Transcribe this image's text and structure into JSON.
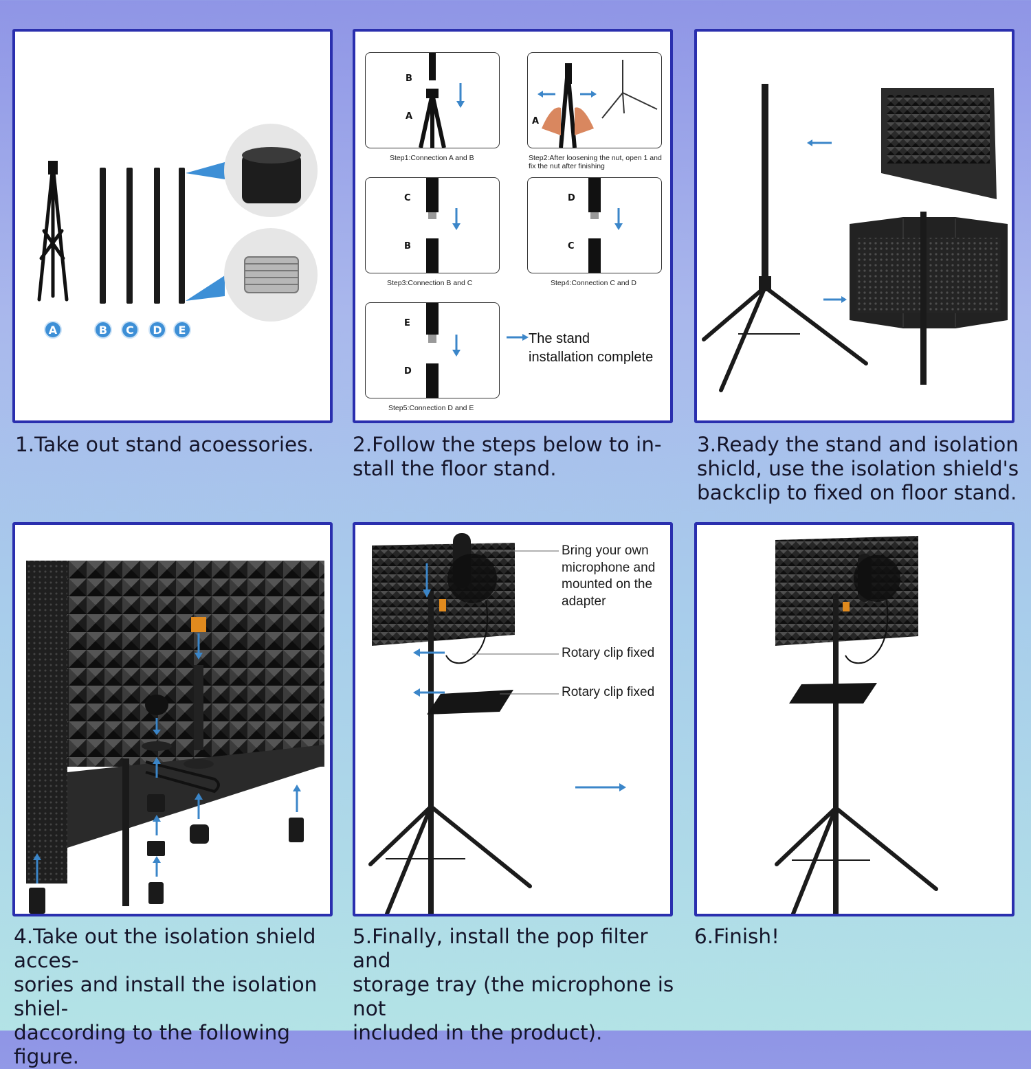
{
  "panel1": {
    "letters": [
      "A",
      "B",
      "C",
      "D",
      "E"
    ],
    "caption": "1.Take out stand acoessories."
  },
  "panel2": {
    "steps": [
      {
        "top_letter": "B",
        "bottom_letter": "A",
        "caption": "Step1:Connection A and B"
      },
      {
        "letter": "A",
        "caption": "Step2:After loosening the nut, open 1 and\nfix the nut after finishing"
      },
      {
        "top_letter": "C",
        "bottom_letter": "B",
        "caption": "Step3:Connection B and C"
      },
      {
        "top_letter": "D",
        "bottom_letter": "C",
        "caption": "Step4:Connection C and D"
      },
      {
        "top_letter": "E",
        "bottom_letter": "D",
        "caption": "Step5:Connection D and E"
      }
    ],
    "complete_text": "The stand\ninstallation complete",
    "caption": "2.Follow the steps below to in-\nstall the floor stand."
  },
  "panel3": {
    "caption": "3.Ready the stand and isolation\nshicld, use the isolation shield's\nbackclip to fixed on floor stand."
  },
  "panel4": {
    "caption": "4.Take out the isolation shield acces-\nsories and install the isolation shiel-\ndaccording to the following figure."
  },
  "panel5": {
    "note_microphone": "Bring your own\nmicrophone and\nmounted on the\nadapter",
    "note_clip1": "Rotary clip fixed",
    "note_clip2": "Rotary clip fixed",
    "caption": "5.Finally, install the pop filter and\nstorage tray (the microphone is not\nincluded in the product)."
  },
  "panel6": {
    "caption": "6.Finish!"
  },
  "colors": {
    "accent_blue": "#3d8fd6",
    "panel_border": "#2a2fae",
    "arrow_blue": "#3b86c9"
  }
}
